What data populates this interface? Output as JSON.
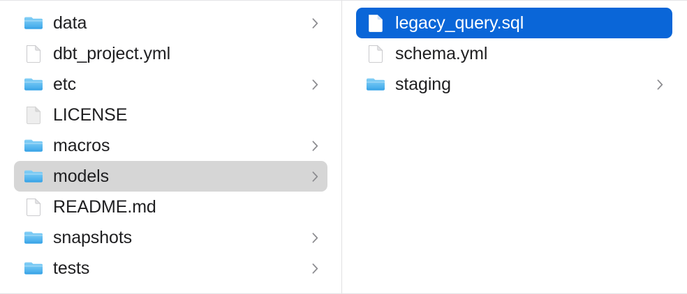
{
  "window": {
    "title": "Finder Column View",
    "view_mode": "column"
  },
  "colors": {
    "selection_blue": "#0a66d8",
    "selection_gray": "#d6d6d6",
    "folder_blue": "#54b9f0",
    "text_primary": "#1f1f21",
    "text_selected": "#ffffff",
    "chevron_gray": "#8a8a8e",
    "divider": "#e0e0e2"
  },
  "columns": [
    {
      "name": "project-root-column",
      "items": [
        {
          "label": "data",
          "kind": "folder",
          "icon": "folder-icon",
          "has_chevron": true,
          "selected": false
        },
        {
          "label": "dbt_project.yml",
          "kind": "file",
          "icon": "document-icon",
          "has_chevron": false,
          "selected": false
        },
        {
          "label": "etc",
          "kind": "folder",
          "icon": "folder-icon",
          "has_chevron": true,
          "selected": false
        },
        {
          "label": "LICENSE",
          "kind": "file",
          "icon": "plain-file-icon",
          "has_chevron": false,
          "selected": false
        },
        {
          "label": "macros",
          "kind": "folder",
          "icon": "folder-icon",
          "has_chevron": true,
          "selected": false
        },
        {
          "label": "models",
          "kind": "folder",
          "icon": "folder-icon",
          "has_chevron": true,
          "selected": true
        },
        {
          "label": "README.md",
          "kind": "file",
          "icon": "document-icon",
          "has_chevron": false,
          "selected": false
        },
        {
          "label": "snapshots",
          "kind": "folder",
          "icon": "folder-icon",
          "has_chevron": true,
          "selected": false
        },
        {
          "label": "tests",
          "kind": "folder",
          "icon": "folder-icon",
          "has_chevron": true,
          "selected": false
        }
      ]
    },
    {
      "name": "models-column",
      "items": [
        {
          "label": "legacy_query.sql",
          "kind": "file",
          "icon": "document-icon",
          "has_chevron": false,
          "selected": true
        },
        {
          "label": "schema.yml",
          "kind": "file",
          "icon": "document-icon",
          "has_chevron": false,
          "selected": false
        },
        {
          "label": "staging",
          "kind": "folder",
          "icon": "folder-icon",
          "has_chevron": true,
          "selected": false
        }
      ]
    }
  ]
}
